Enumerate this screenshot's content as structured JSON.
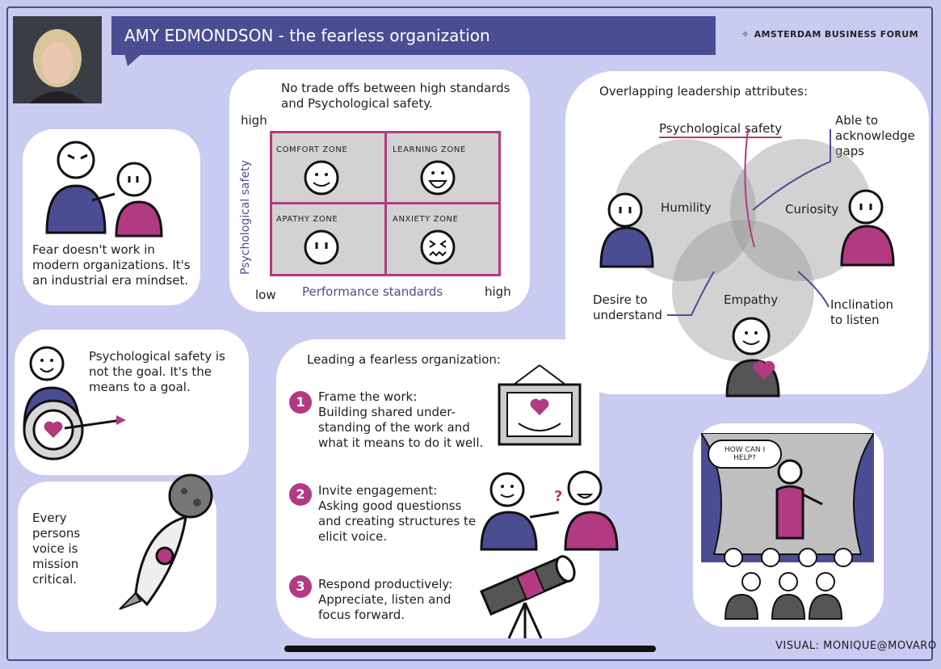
{
  "header": {
    "title": "AMY EDMONDSON - the fearless organization",
    "brand": "AMSTERDAM BUSINESS FORUM"
  },
  "fear": {
    "text": "Fear doesn't work in modern organizations. It's an industrial era mindset."
  },
  "goal": {
    "text": "Psychological safety is not the goal. It's the means to a goal."
  },
  "voice": {
    "text": "Every persons voice is mission critical."
  },
  "matrix": {
    "heading": "No trade offs between high standards and Psychological safety.",
    "y_high": "high",
    "low": "low",
    "x_high": "high",
    "y_axis": "Psychological safety",
    "x_axis": "Performance standards",
    "quadrants": [
      "COMFORT ZONE",
      "LEARNING ZONE",
      "APATHY ZONE",
      "ANXIETY ZONE"
    ]
  },
  "leadership": {
    "heading": "Overlapping leadership attributes:",
    "psych_safety": "Psychological safety",
    "acknowledge": "Able to acknowledge gaps",
    "humility": "Humility",
    "curiosity": "Curiosity",
    "empathy": "Empathy",
    "desire": "Desire to understand",
    "inclination": "Inclination to listen"
  },
  "steps": {
    "heading": "Leading a fearless organization:",
    "items": [
      {
        "num": "1",
        "title": "Frame the work:",
        "body": "Building shared under-standing of the work and what it means to do it well."
      },
      {
        "num": "2",
        "title": "Invite engagement:",
        "body": "Asking good questionss and creating structures te elicit voice."
      },
      {
        "num": "3",
        "title": "Respond productively:",
        "body": "Appreciate, listen and focus forward."
      }
    ]
  },
  "stage": {
    "speech": "HOW CAN I HELP?"
  },
  "credit": "VISUAL: MONIQUE@MOVARO",
  "question_mark": "?",
  "colors": {
    "navy": "#4b4d93",
    "magenta": "#b23a82",
    "background": "#c6c8ef",
    "gray": "#bdbdbd"
  }
}
